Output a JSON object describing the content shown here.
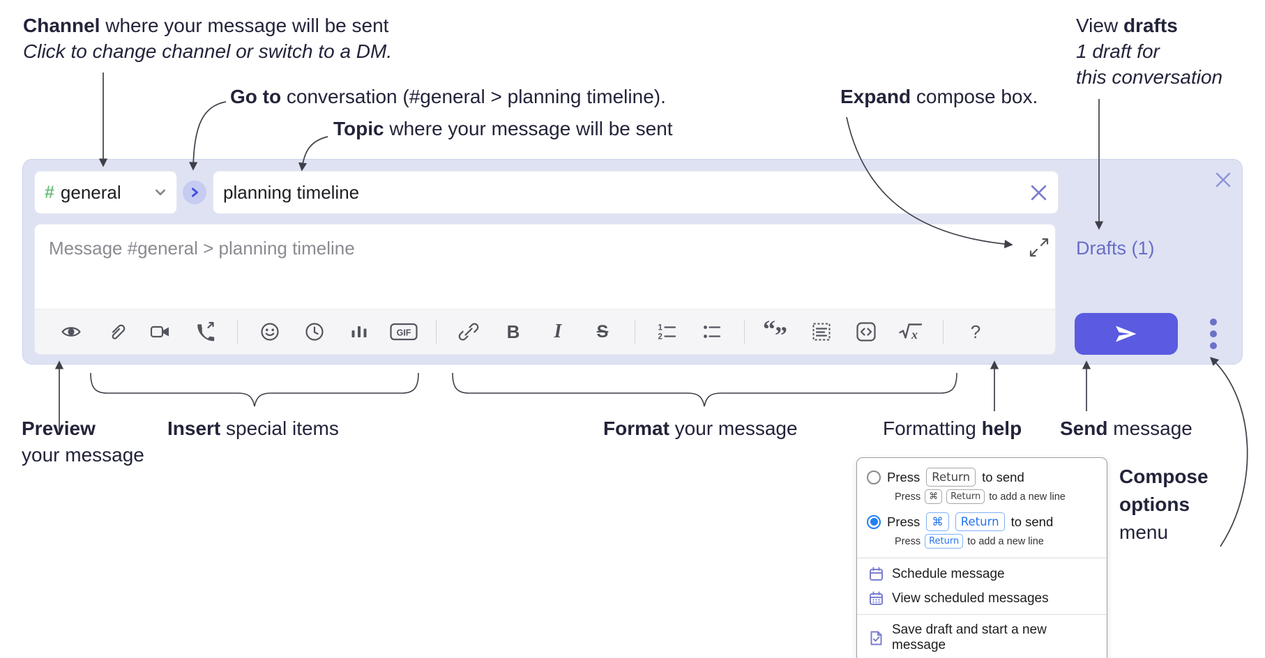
{
  "annotations": {
    "channel": {
      "bold": "Channel",
      "rest": " where your message will be sent",
      "line2": "Click to change channel or switch to a DM."
    },
    "goto": {
      "bold": "Go to",
      "rest": " conversation (#general > planning timeline)."
    },
    "topic": {
      "bold": "Topic",
      "rest": " where your message will be sent"
    },
    "expand": {
      "bold": "Expand",
      "rest": " compose box."
    },
    "view_drafts": {
      "pre": "View ",
      "bold": "drafts",
      "line2": "1 draft for",
      "line3": "this conversation"
    },
    "preview": {
      "bold": "Preview",
      "line2": "your message"
    },
    "insert": {
      "bold": "Insert",
      "rest": " special items"
    },
    "format": {
      "bold": "Format",
      "rest": " your message"
    },
    "formatting_help": {
      "pre": "Formatting ",
      "bold": "help"
    },
    "send": {
      "bold": "Send",
      "rest": " message"
    },
    "compose_options": {
      "line1": "Compose",
      "line2": "options",
      "line3": "menu"
    }
  },
  "compose": {
    "channel": {
      "hash": "#",
      "name": "general"
    },
    "topic_value": "planning timeline",
    "message_placeholder": "Message #general > planning timeline",
    "drafts_label": "Drafts (1)",
    "toolbar": {
      "bold_glyph": "B",
      "italic_glyph": "I",
      "strike_glyph": "S",
      "gif_label": "GIF",
      "ol_num1": "1",
      "ol_num2": "2",
      "quote_open": "“",
      "quote_close": "”",
      "sqrt_var": "x",
      "help_glyph": "?"
    }
  },
  "menu": {
    "option_return": {
      "press": "Press",
      "key1": "Return",
      "suffix": "to send",
      "sub_press": "Press",
      "sub_key1": "⌘",
      "sub_key2": "Return",
      "sub_suffix": "to add a new line"
    },
    "option_cmd_return": {
      "press": "Press",
      "key1": "⌘",
      "key2": "Return",
      "suffix": "to send",
      "sub_press": "Press",
      "sub_key1": "Return",
      "sub_suffix": "to add a new line"
    },
    "items": [
      {
        "label": "Schedule message"
      },
      {
        "label": "View scheduled messages"
      },
      {
        "label": "Save draft and start a new message"
      }
    ]
  },
  "icons": [
    "eye-icon",
    "paperclip-icon",
    "video-camera-icon",
    "phone-call-icon",
    "smiley-icon",
    "clock-icon",
    "bar-chart-icon",
    "gif-icon",
    "link-icon",
    "bold-icon",
    "italic-icon",
    "strikethrough-icon",
    "ordered-list-icon",
    "bulleted-list-icon",
    "blockquote-icon",
    "code-block-icon",
    "code-icon",
    "square-root-icon",
    "question-icon",
    "expand-icon",
    "send-plane-icon",
    "kebab-menu-icon",
    "close-icon",
    "clear-icon",
    "chevron-right-icon",
    "chevron-down-icon",
    "calendar-icon",
    "calendar-grid-icon",
    "document-check-icon"
  ],
  "colors": {
    "compose_background": "#dfe2f3",
    "send_button": "#5a5be0",
    "hash_green": "#6fbe7d",
    "drafts_link": "#686ec6",
    "radio_selected_blue": "#2180f3",
    "menu_icon_purple": "#7b7ecf",
    "goto_chevron_blue": "#3f51e0",
    "annotation_text": "#23243a",
    "toolbar_icon": "#53555e"
  }
}
